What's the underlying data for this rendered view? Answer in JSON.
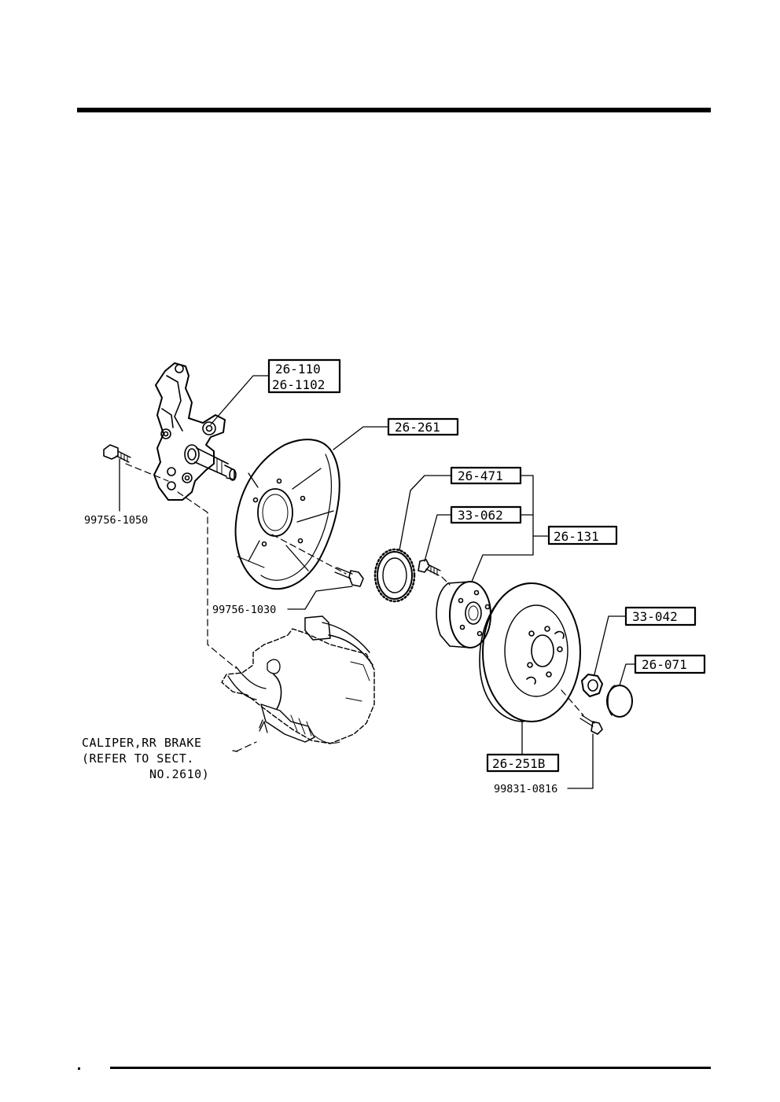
{
  "labels": {
    "knuckle_1": "26-110",
    "knuckle_2": "26-1102",
    "dust_cover": "26-261",
    "sensor_rotor": "26-471",
    "hub_bolt": "33-062",
    "hub_assy": "26-131",
    "hub_nut": "33-042",
    "grease_cap": "26-071",
    "disc": "26-251B",
    "bolt_knuckle": "99756-1050",
    "bolt_cover": "99756-1030",
    "screw_disc": "99831-0816"
  },
  "caliper_note": {
    "line1": "CALIPER,RR BRAKE",
    "line2": "(REFER TO SECT.",
    "line3": "NO.2610)"
  }
}
